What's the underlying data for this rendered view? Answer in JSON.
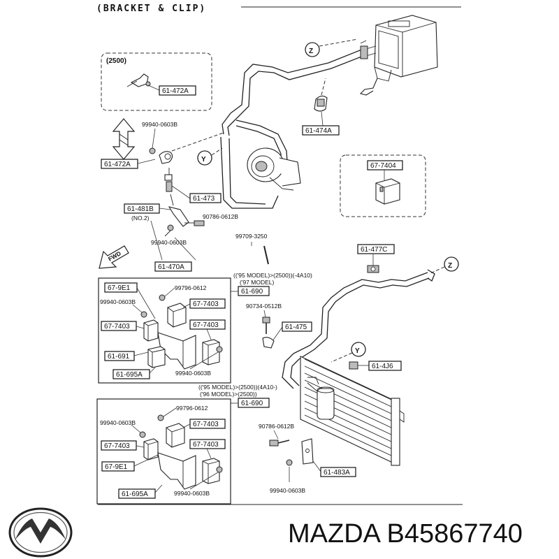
{
  "header": {
    "title": "(BRACKET & CLIP)"
  },
  "brand": {
    "name": "MAZDA B45867740"
  },
  "insets": {
    "top_left": "(2500)",
    "no2": "(NO.2)"
  },
  "callouts": {
    "z": "Z",
    "y": "Y",
    "fwd": "FWD"
  },
  "notes": {
    "model_a1": "(('95 MODEL)>(2500))(-4A10)",
    "model_a2": "('97 MODEL)",
    "model_b1": "(('95 MODEL)>(2500))(4A10-)",
    "model_b2": "('96 MODEL)>(2500))"
  },
  "parts": {
    "p61_472A_inset": "61-472A",
    "p99940_top": "99940-0603B",
    "p61_472A": "61-472A",
    "p61_474A": "61-474A",
    "p67_7404": "67-7404",
    "p61_473": "61-473",
    "p61_481B": "61-481B",
    "p90786_top": "90786-0612B",
    "p99940_mid": "99940-0603B",
    "p61_470A": "61-470A",
    "p99709": "99709-3250",
    "p61_477C": "61-477C",
    "p61_690_a": "61-690",
    "p67_9E1_a": "67-9E1",
    "p99796_a": "99796-0612",
    "p99940_box_a": "99940-0603B",
    "p67_7403_a1": "67-7403",
    "p67_7403_a2": "67-7403",
    "p67_7403_a3": "67-7403",
    "p61_691": "61-691",
    "p61_695A_a": "61-695A",
    "p99940_box_a2": "99940-0603B",
    "p90734": "90734-0512B",
    "p61_475": "61-475",
    "p61_4J6": "61-4J6",
    "p61_690_b": "61-690",
    "p99796_b": "99796-0612",
    "p99940_box_b": "99940-0603B",
    "p67_7403_b1": "67-7403",
    "p67_7403_b2": "67-7403",
    "p67_9E1_b": "67-9E1",
    "p67_7403_b3": "67-7403",
    "p61_695A_b": "61-695A",
    "p99940_box_b2": "99940-0603B",
    "p90786_bot": "90786-0612B",
    "p61_483A": "61-483A",
    "p99940_bot": "99940-0603B"
  }
}
